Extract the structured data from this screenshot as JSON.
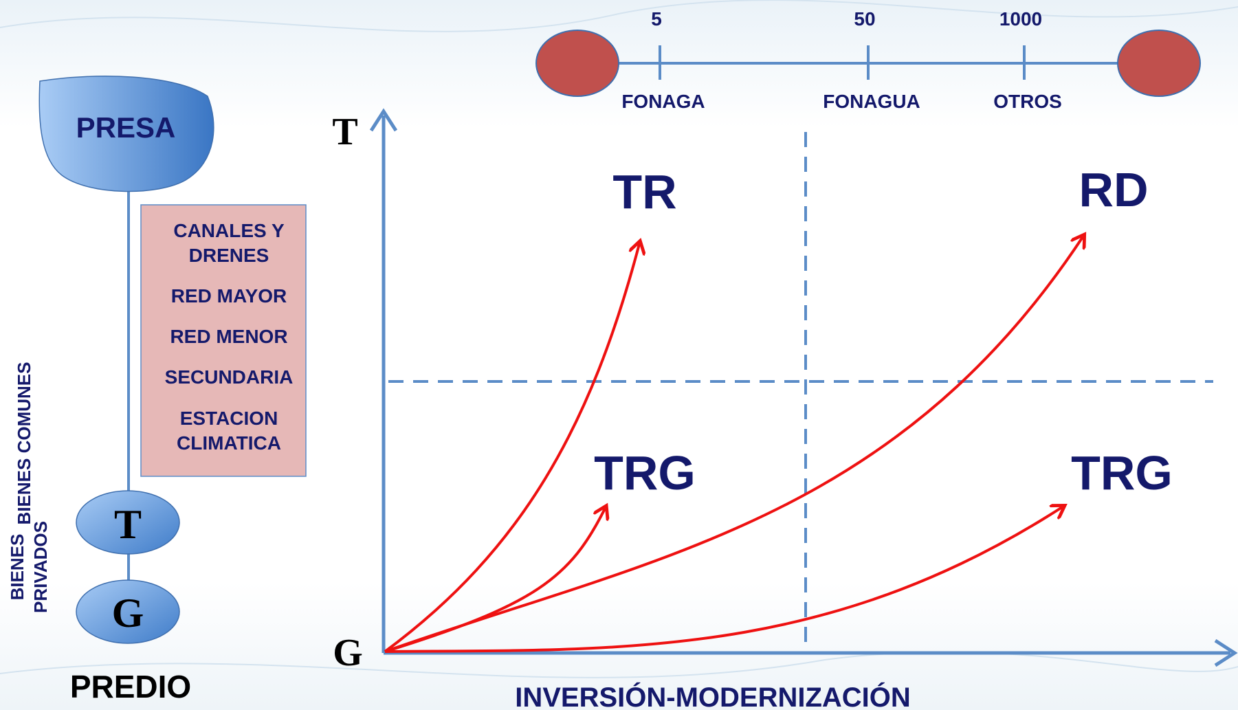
{
  "colors": {
    "axis": "#5b8cc7",
    "arrow": "#ee1111",
    "navy": "#14196b",
    "node_fill": "#5a8fd6",
    "scale_dot": "#c0504d",
    "list_box": "#e6b8b7"
  },
  "left_panel": {
    "presa": "PRESA",
    "list_items": [
      "CANALES Y\nDRENES",
      "RED MAYOR",
      "RED MENOR",
      "SECUNDARIA",
      "ESTACION\nCLIMATICA"
    ],
    "side_label_common": "BIENES COMUNES",
    "side_label_private_1": "BIENES",
    "side_label_private_2": "PRIVADOS",
    "node_t": "T",
    "node_g": "G",
    "predio": "PREDIO"
  },
  "scale": {
    "ticks": [
      {
        "number": "5",
        "label": "FONAGA"
      },
      {
        "number": "50",
        "label": "FONAGUA"
      },
      {
        "number": "1000",
        "label": "OTROS"
      }
    ]
  },
  "chart": {
    "y_axis_letter": "T",
    "origin_letter": "G",
    "x_axis_title": "INVERSIÓN-MODERNIZACIÓN",
    "quadrants": {
      "top_left": "TR",
      "top_right": "RD",
      "bottom_left": "TRG",
      "bottom_right": "TRG"
    }
  }
}
